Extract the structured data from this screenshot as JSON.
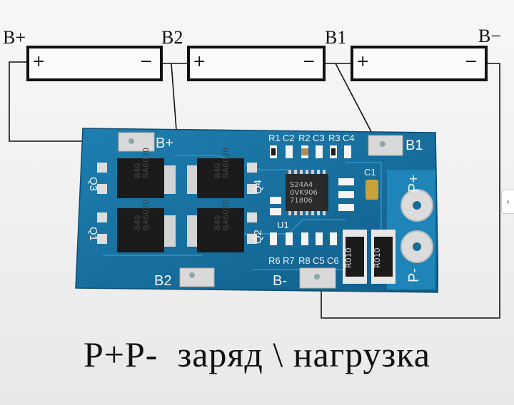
{
  "terminals": {
    "b_plus": "B+",
    "b2": "B2",
    "b1": "B1",
    "b_minus": "B−"
  },
  "cells": [
    {
      "plus": "+",
      "minus": "−"
    },
    {
      "plus": "+",
      "minus": "−"
    },
    {
      "plus": "+",
      "minus": "−"
    }
  ],
  "board": {
    "pads": {
      "b_plus": "B+",
      "b1": "B1",
      "b2": "B2",
      "b_minus": "B-",
      "p_plus": "P+",
      "p_minus": "P-"
    },
    "labels": [
      "R1",
      "C2",
      "R2",
      "C3",
      "R3",
      "C4",
      "C1",
      "U1",
      "R6",
      "R7",
      "R8",
      "C5",
      "C6",
      "Q1",
      "Q2",
      "Q3",
      "Q4"
    ],
    "mosfet_marking": "B40\nBA6020",
    "resistor_marking": "R010",
    "ic_marking": "S24A4\n0VK906\n71806"
  },
  "caption": "P+P-  заряд \\ нагрузка"
}
